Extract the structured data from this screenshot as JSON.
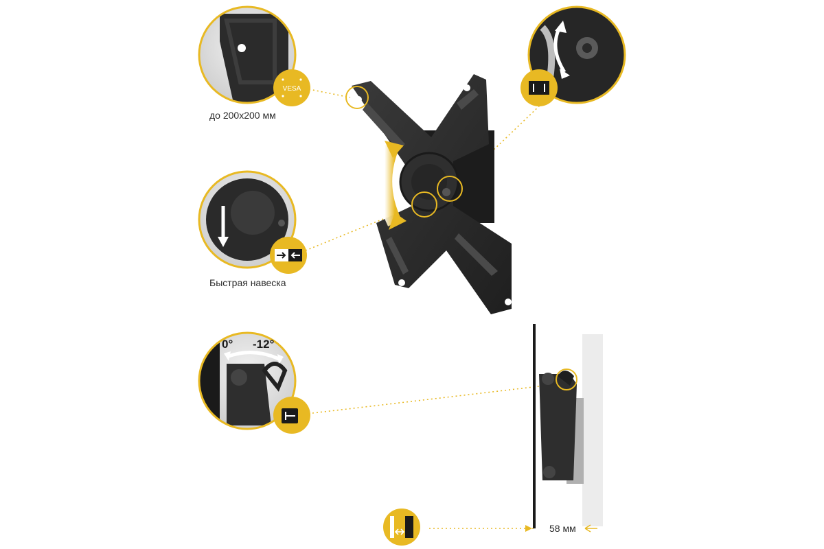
{
  "captions": {
    "vesa_size": "до 200x200 мм",
    "quick_mount": "Быстрая навеска",
    "depth": "58 мм"
  },
  "badges": {
    "vesa": "VESA"
  },
  "tilt_angles": {
    "zero": "0°",
    "max": "-12°"
  },
  "colors": {
    "accent": "#E8B923",
    "bracket": "#2a2a2a",
    "bracket_light": "#3d3d3d",
    "wall": "#ececec"
  },
  "icons": [
    "vesa-badge-icon",
    "rotation-icon",
    "quick-mount-icon",
    "tilt-icon",
    "wall-depth-icon"
  ]
}
